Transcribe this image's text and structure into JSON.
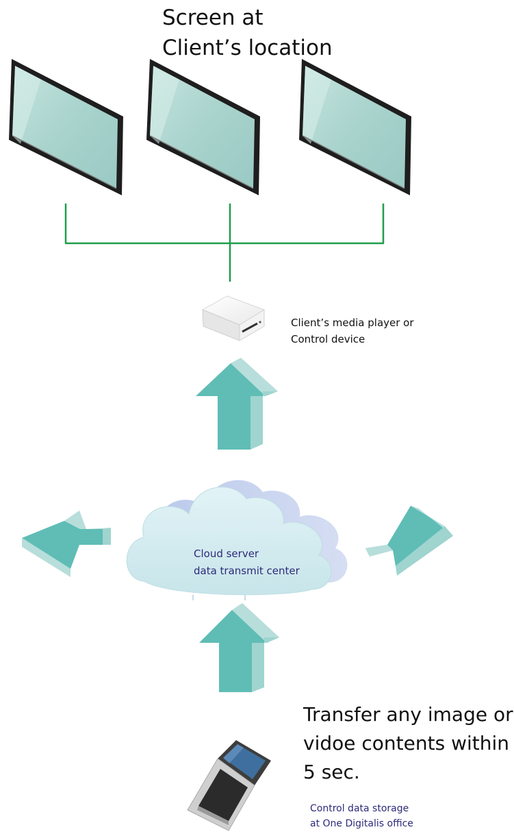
{
  "screens": {
    "caption_lines": [
      "Screen at",
      "Client’s location"
    ],
    "count": 3
  },
  "media_player": {
    "caption_lines": [
      "Client’s media player or",
      "Control device"
    ],
    "icon": "media-player-icon"
  },
  "cloud": {
    "caption_lines": [
      "Cloud server",
      "data transmit center"
    ],
    "icon": "cloud-icon"
  },
  "transfer_note": {
    "lines": [
      "Transfer any image or",
      "vidoe contents within",
      "5 sec."
    ]
  },
  "laptop": {
    "caption_lines": [
      "Control data storage",
      "at One Digitalis office"
    ],
    "icon": "laptop-icon"
  },
  "colors": {
    "connector_green": "#1f9e4a",
    "arrow_teal": "#5fbdb5",
    "arrow_light": "#b7dedb",
    "cloud_fill": "#d4ecf0",
    "label_blue": "#2e2a7a"
  }
}
